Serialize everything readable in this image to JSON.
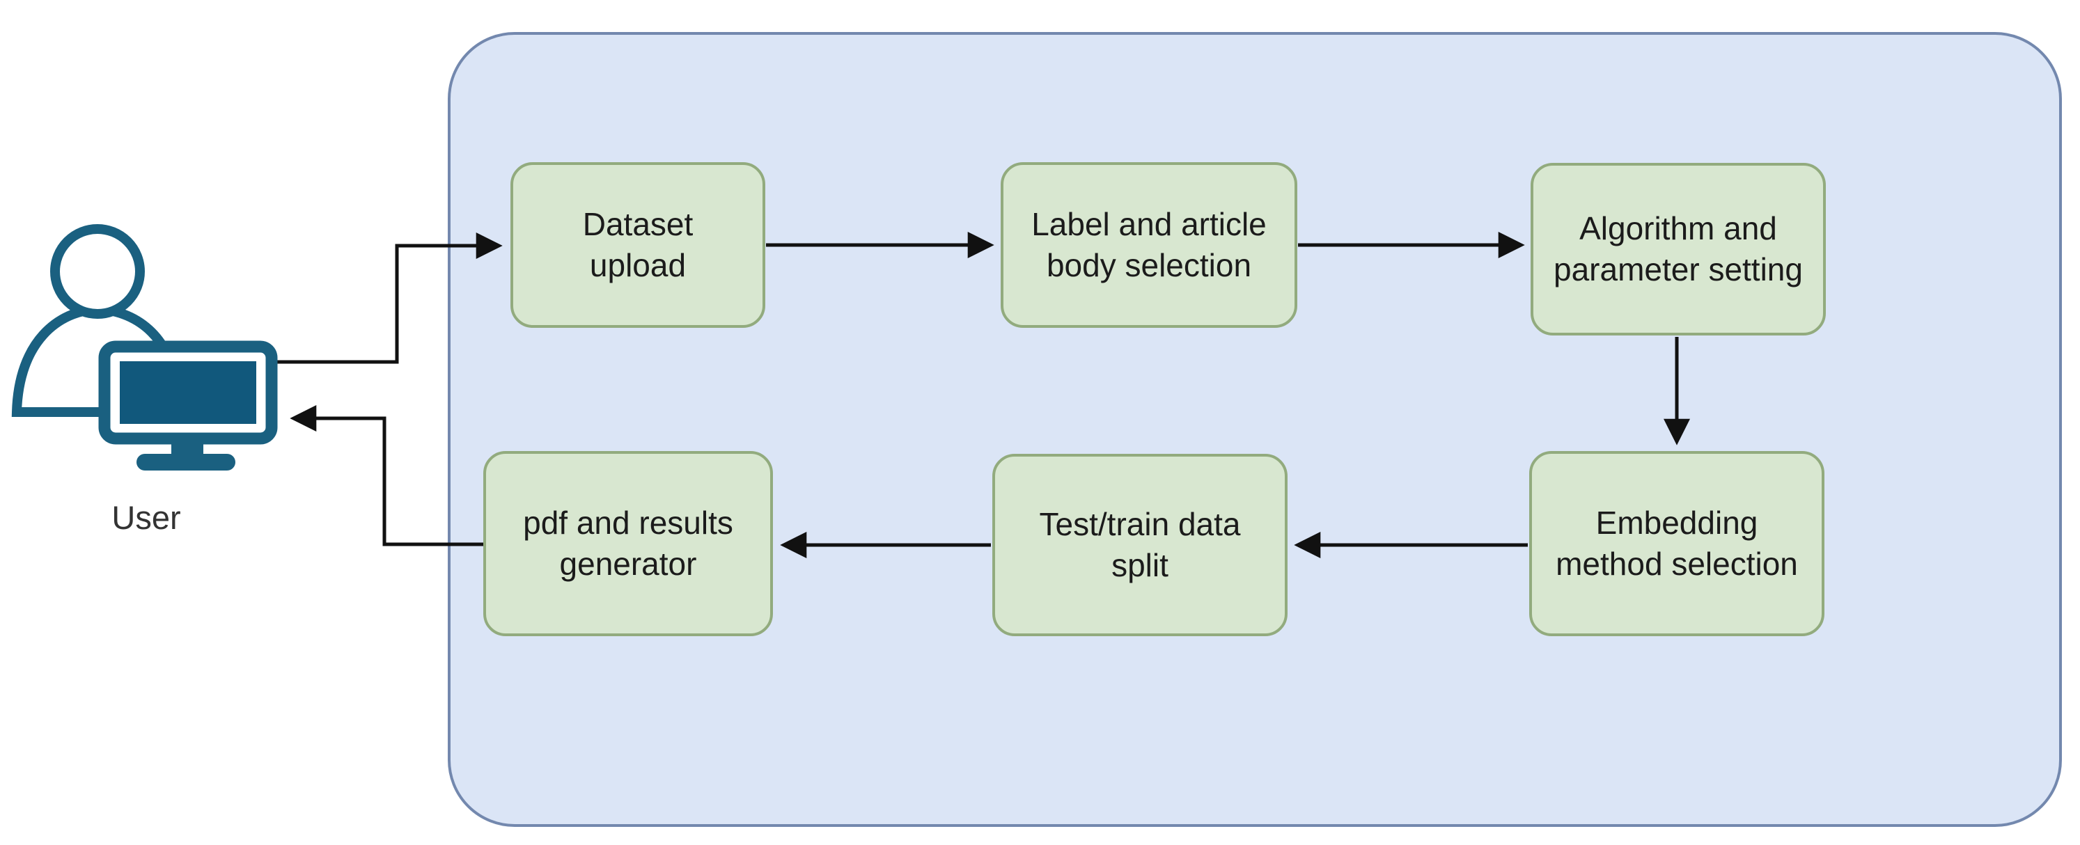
{
  "diagram": {
    "type": "flowchart",
    "actor": {
      "label": "User",
      "icon": "person-at-computer-icon",
      "color": "#1a6080"
    },
    "container": {
      "fill": "#dbe5f6",
      "stroke": "#7388ae"
    },
    "node_style": {
      "fill": "#d8e7d0",
      "stroke": "#92ab7e",
      "text_color": "#1b1b1b"
    },
    "arrow_color": "#111111",
    "nodes": [
      {
        "id": "dataset-upload",
        "label": "Dataset upload"
      },
      {
        "id": "label-article-selection",
        "label": "Label and article body selection"
      },
      {
        "id": "algorithm-parameter-setting",
        "label": "Algorithm and parameter setting"
      },
      {
        "id": "embedding-method-selection",
        "label": "Embedding method selection"
      },
      {
        "id": "test-train-split",
        "label": "Test/train data split"
      },
      {
        "id": "pdf-results-generator",
        "label": "pdf and results generator"
      }
    ],
    "edges": [
      {
        "from": "user",
        "to": "dataset-upload"
      },
      {
        "from": "dataset-upload",
        "to": "label-article-selection"
      },
      {
        "from": "label-article-selection",
        "to": "algorithm-parameter-setting"
      },
      {
        "from": "algorithm-parameter-setting",
        "to": "embedding-method-selection"
      },
      {
        "from": "embedding-method-selection",
        "to": "test-train-split"
      },
      {
        "from": "test-train-split",
        "to": "pdf-results-generator"
      },
      {
        "from": "pdf-results-generator",
        "to": "user"
      }
    ]
  }
}
